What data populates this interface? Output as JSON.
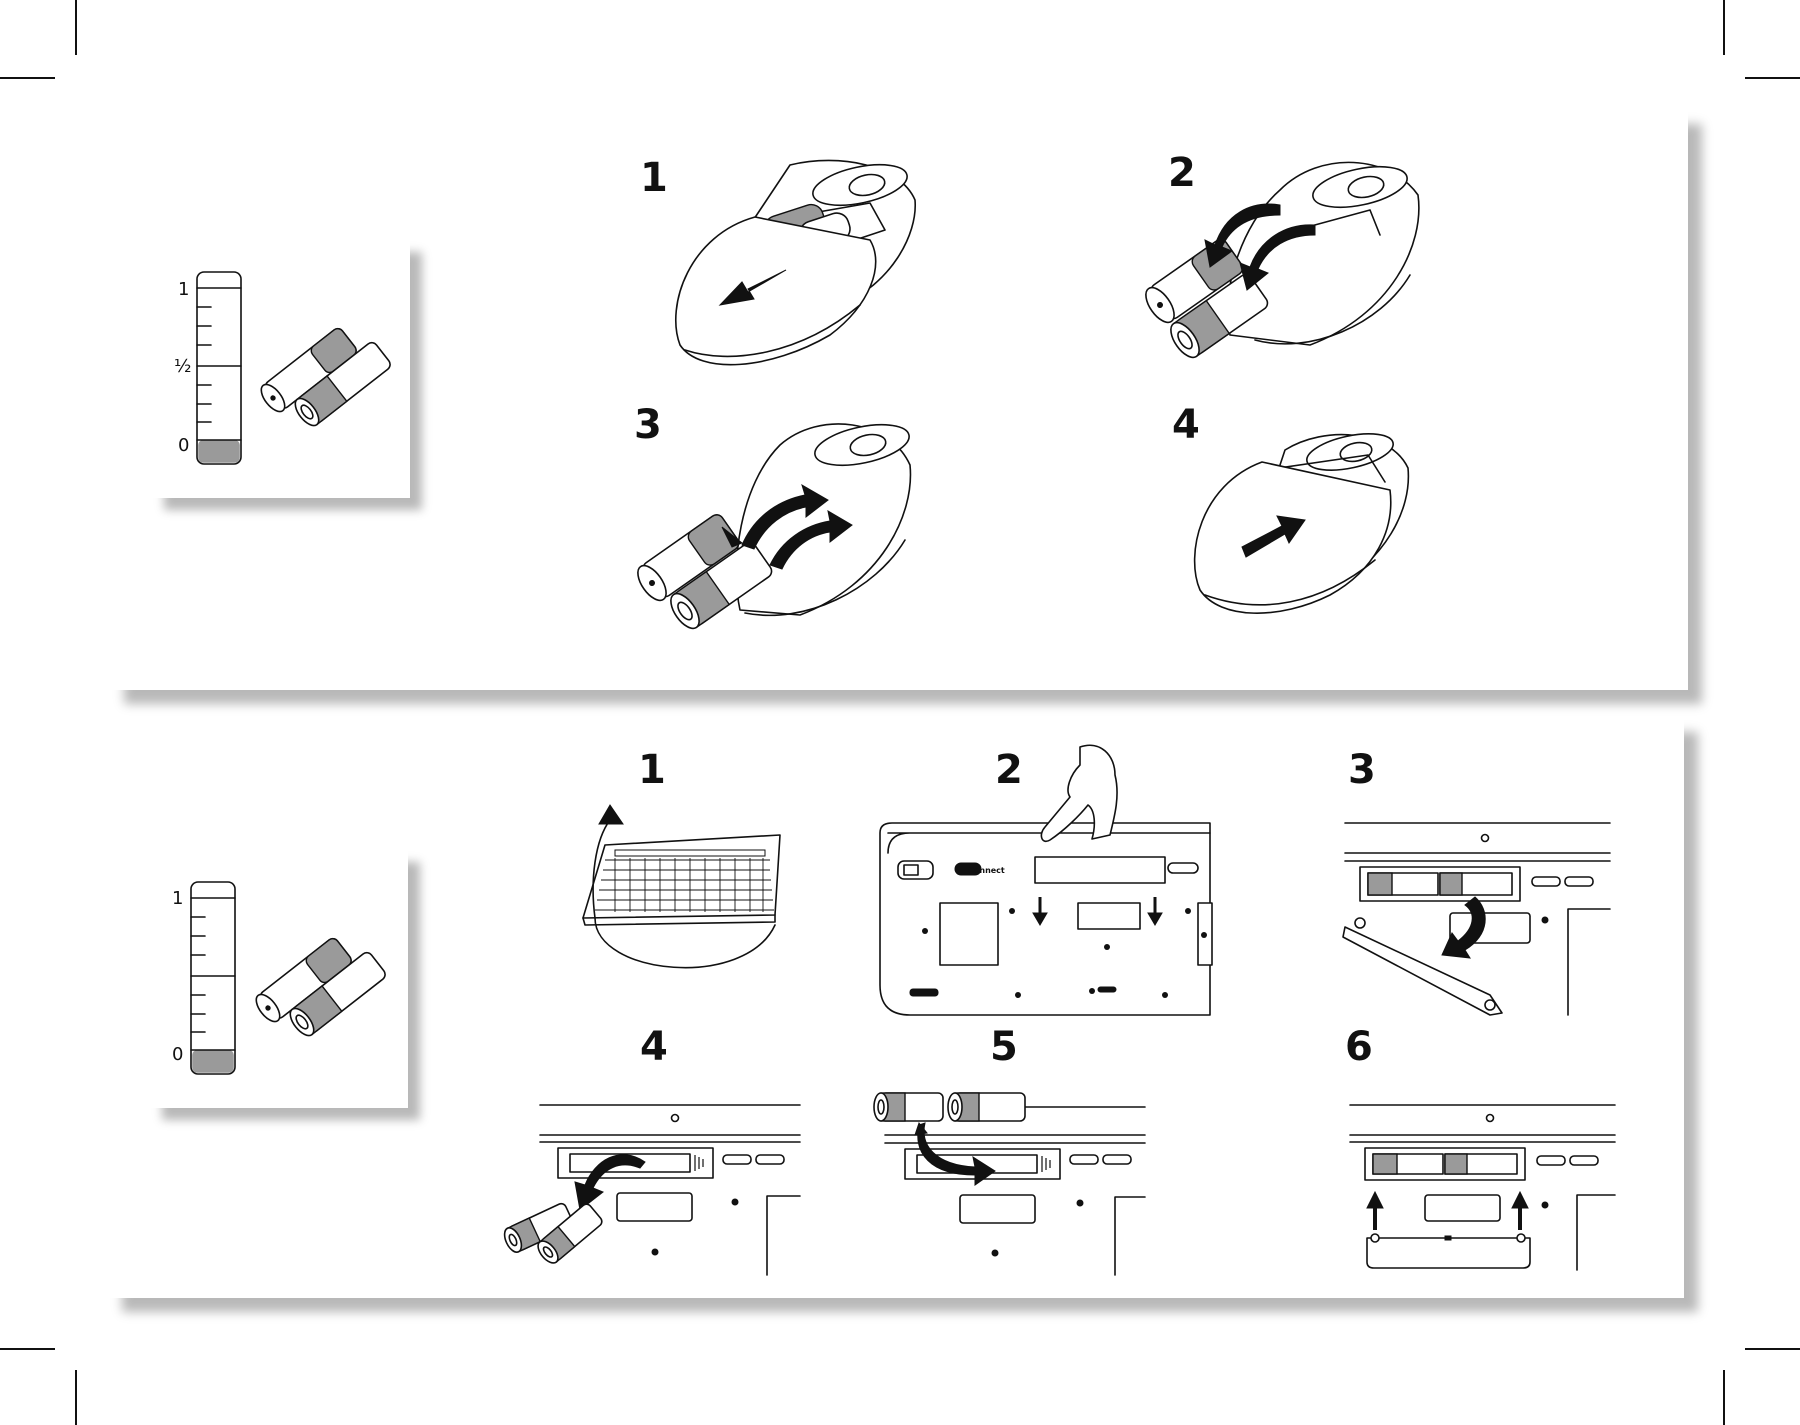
{
  "panels": [
    {
      "id": "mouse",
      "gauge": {
        "top_label": "1",
        "mid_label": "½",
        "bottom_label": "0",
        "level": 0.1
      },
      "steps": [
        "1",
        "2",
        "3",
        "4"
      ]
    },
    {
      "id": "keyboard",
      "gauge": {
        "top_label": "1",
        "mid_label": "",
        "bottom_label": "0",
        "level": 0.1
      },
      "steps": [
        "1",
        "2",
        "3",
        "4",
        "5",
        "6"
      ],
      "keyboard_logo": "Connect"
    }
  ],
  "icons": [
    "battery-icon",
    "arrow-icon",
    "mouse-illustration",
    "keyboard-illustration",
    "hand-icon"
  ]
}
